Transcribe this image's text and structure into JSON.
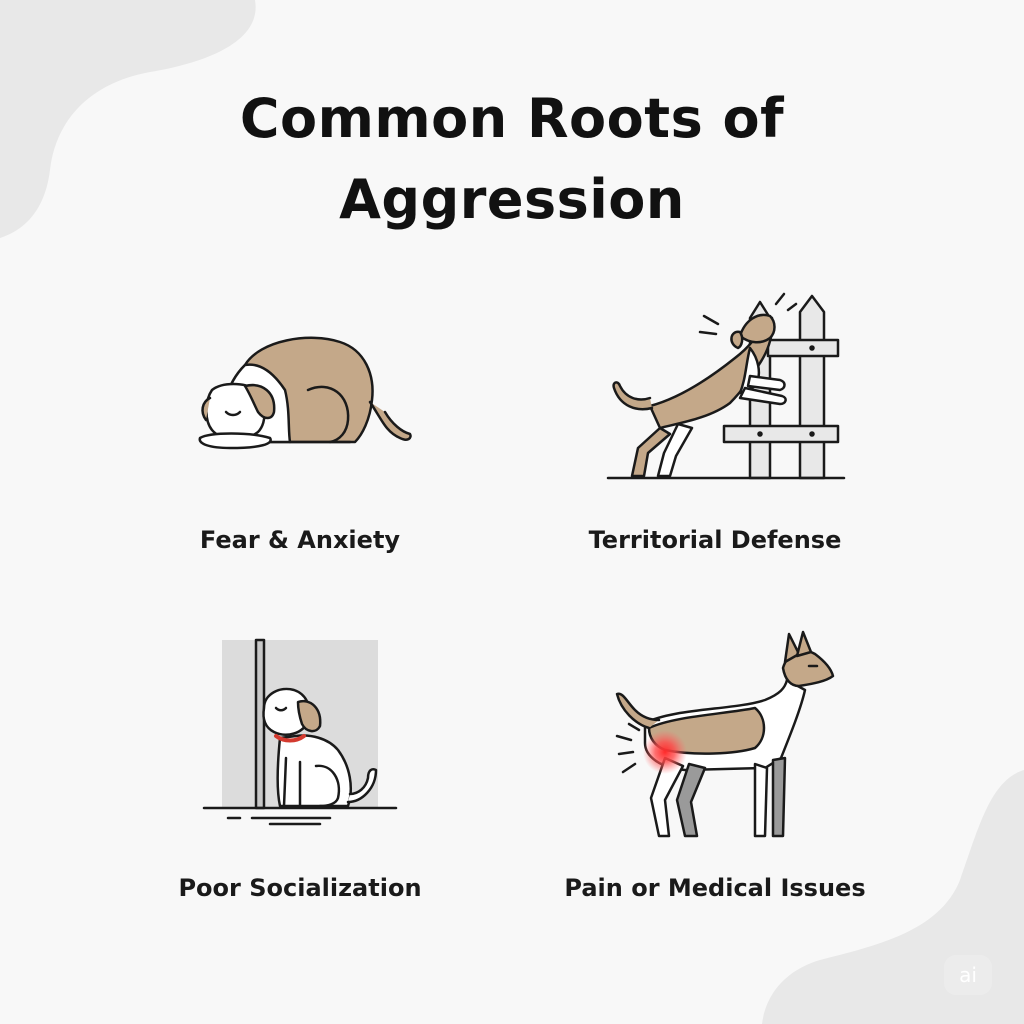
{
  "title_lines": [
    "Common Roots of",
    "Aggression"
  ],
  "cards": [
    {
      "label": "Fear & Anxiety",
      "icon": "cowering-dog-icon"
    },
    {
      "label": "Territorial Defense",
      "icon": "barking-dog-at-fence-icon"
    },
    {
      "label": "Poor Socialization",
      "icon": "hiding-puppy-icon"
    },
    {
      "label": "Pain or Medical Issues",
      "icon": "dog-with-pain-spot-icon"
    }
  ],
  "badge": {
    "text": "ai"
  },
  "colors": {
    "background": "#f8f8f8",
    "blob": "#e8e8e8",
    "fur_tan": "#c4a889",
    "outline": "#1a1a1a",
    "pain_red": "#ff2a2a",
    "grey": "#9a9a9a"
  }
}
